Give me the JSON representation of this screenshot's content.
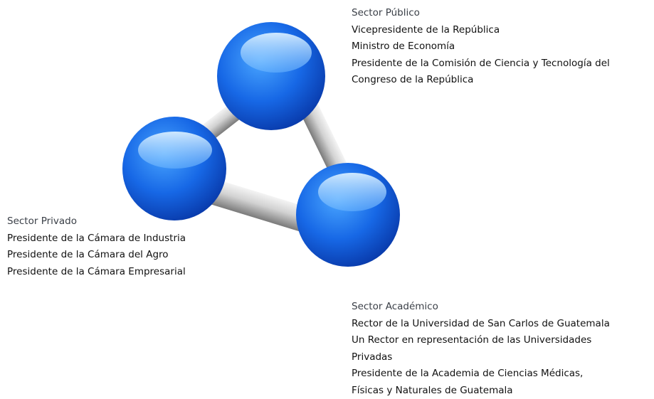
{
  "colors": {
    "sphere_light": "#7fc3ff",
    "sphere_mid": "#1a73e8",
    "sphere_dark": "#0a3fb3",
    "rod_light": "#f2f2f2",
    "rod_dark": "#7d7d7d"
  },
  "sectors": {
    "publico": {
      "title": "Sector Público",
      "lines": [
        "Vicepresidente de la República",
        "Ministro de Economía",
        "Presidente de la Comisión de Ciencia y Tecnología del",
        "Congreso de la República"
      ]
    },
    "privado": {
      "title": "Sector Privado",
      "lines": [
        "Presidente de la Cámara de Industria",
        "Presidente de la Cámara del Agro",
        "Presidente de la Cámara Empresarial"
      ]
    },
    "academico": {
      "title": "Sector Académico",
      "lines": [
        "Rector de la Universidad de San Carlos de Guatemala",
        "Un Rector en representación de las Universidades",
        "Privadas",
        "Presidente de la Academia de Ciencias Médicas,",
        "Físicas y Naturales de Guatemala"
      ]
    }
  }
}
